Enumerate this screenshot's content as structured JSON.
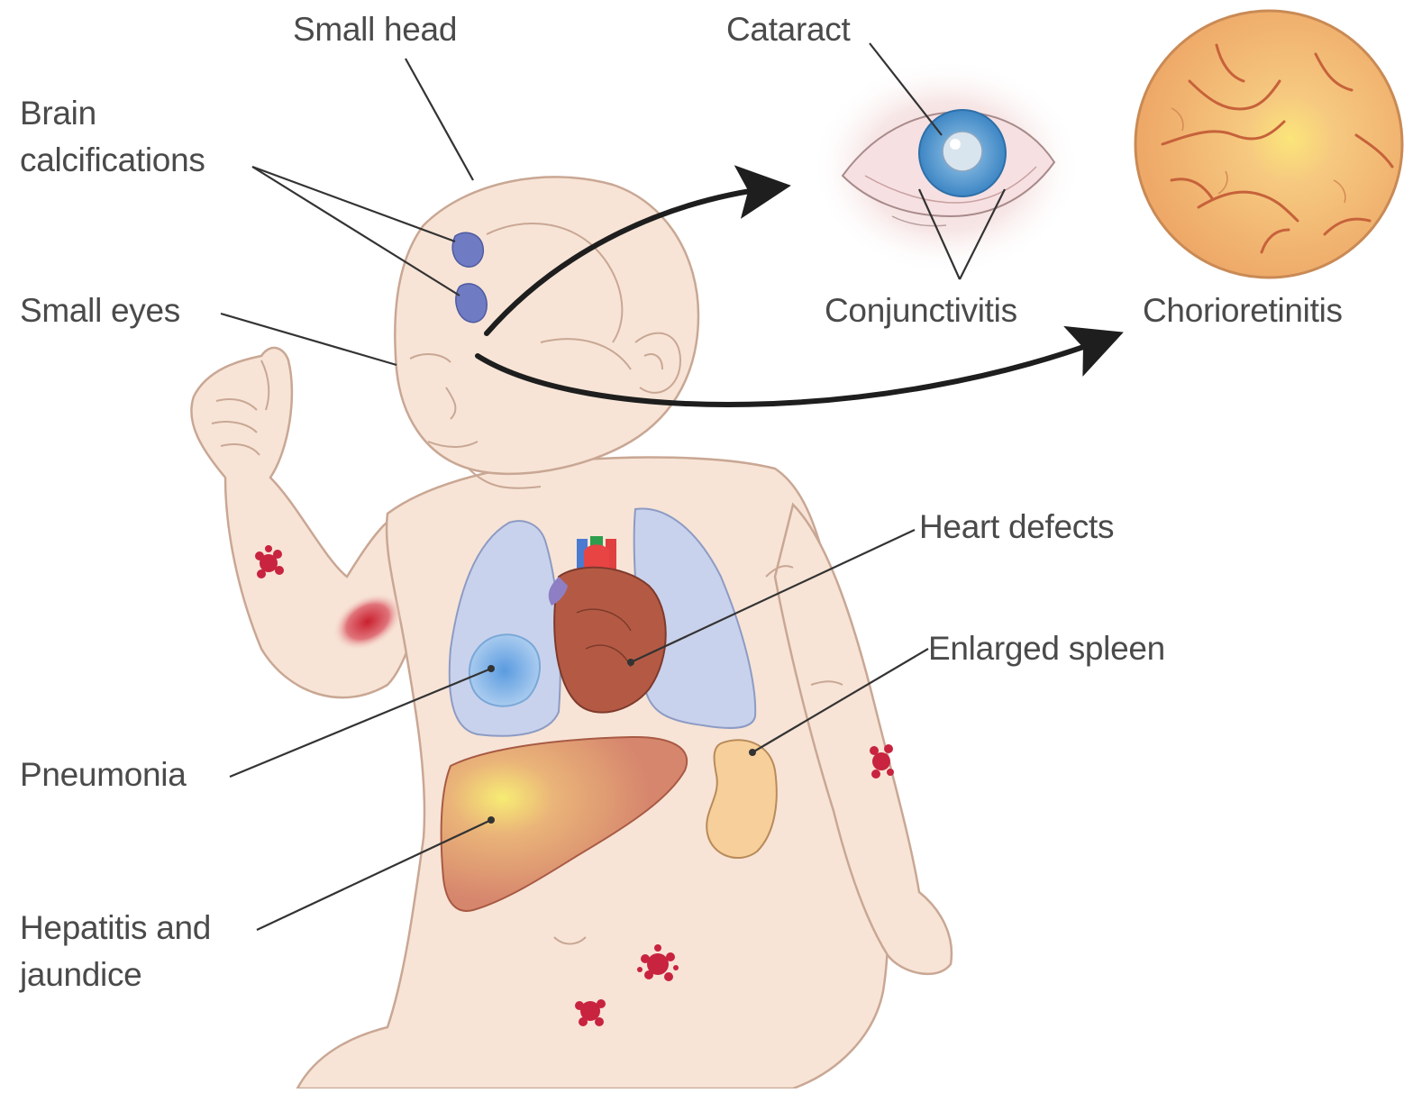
{
  "diagram": {
    "labels": {
      "small_head": "Small head",
      "cataract": "Cataract",
      "brain_calcifications_line1": "Brain",
      "brain_calcifications_line2": "calcifications",
      "small_eyes": "Small eyes",
      "conjunctivitis": "Conjunctivitis",
      "chorioretinitis": "Chorioretinitis",
      "heart_defects": "Heart defects",
      "enlarged_spleen": "Enlarged spleen",
      "pneumonia": "Pneumonia",
      "hepatitis_line1": "Hepatitis and",
      "hepatitis_line2": "jaundice"
    },
    "colors": {
      "skin": "#f7e4d6",
      "skin_outline": "#c9a794",
      "lung": "#c9d2ec",
      "liver": "#d98d72",
      "spleen": "#f6cf9a",
      "calcification": "#6f7cc4",
      "rash": "#c8233f",
      "retina": "#f2b978",
      "arrow": "#1e1e1e",
      "label_text": "#4a4a4a"
    }
  }
}
